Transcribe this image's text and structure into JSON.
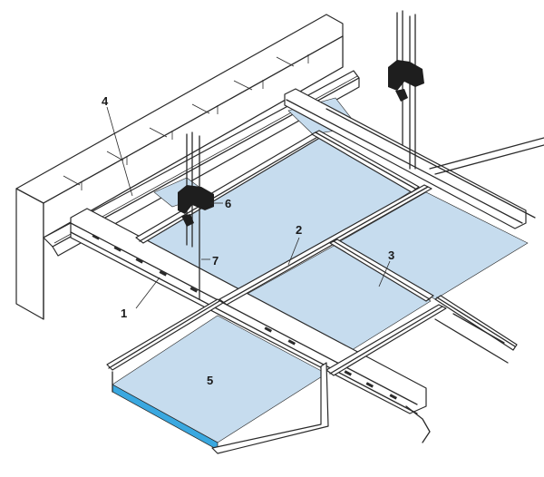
{
  "callouts": {
    "c1": "1",
    "c2": "2",
    "c3": "3",
    "c4": "4",
    "c5": "5",
    "c6": "6",
    "c7": "7"
  },
  "colors": {
    "panel_fill": "#c6dcee",
    "panel_edge": "#3aa8e0",
    "ink": "#2a2a2a",
    "clip": "#1e1e1e"
  }
}
